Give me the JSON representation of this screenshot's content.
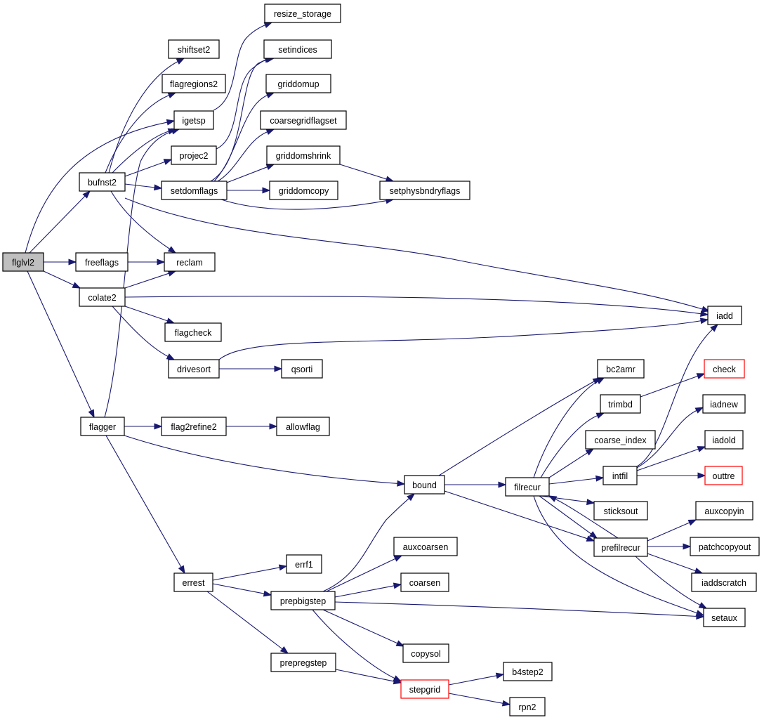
{
  "colors": {
    "edge": "#191970",
    "root_fill": "#bfbfbf",
    "node_border": "#000000",
    "truncated_border": "#ff0000",
    "background": "#ffffff"
  },
  "nodes": {
    "flglvl2": "flglvl2",
    "bufnst2": "bufnst2",
    "freeflags": "freeflags",
    "colate2": "colate2",
    "flagger": "flagger",
    "shiftset2": "shiftset2",
    "flagregions2": "flagregions2",
    "igetsp": "igetsp",
    "projec2": "projec2",
    "setdomflags": "setdomflags",
    "reclam": "reclam",
    "resize_storage": "resize_storage",
    "setindices": "setindices",
    "griddomup": "griddomup",
    "coarsegridflagset": "coarsegridflagset",
    "griddomshrink": "griddomshrink",
    "griddomcopy": "griddomcopy",
    "setphysbndryflags": "setphysbndryflags",
    "iadd": "iadd",
    "flagcheck": "flagcheck",
    "drivesort": "drivesort",
    "qsorti": "qsorti",
    "flag2refine2": "flag2refine2",
    "allowflag": "allowflag",
    "bound": "bound",
    "errest": "errest",
    "errf1": "errf1",
    "prepbigstep": "prepbigstep",
    "prepregstep": "prepregstep",
    "auxcoarsen": "auxcoarsen",
    "coarsen": "coarsen",
    "copysol": "copysol",
    "stepgrid": "stepgrid",
    "b4step2": "b4step2",
    "rpn2": "rpn2",
    "filrecur": "filrecur",
    "prefilrecur": "prefilrecur",
    "bc2amr": "bc2amr",
    "trimbd": "trimbd",
    "coarse_index": "coarse_index",
    "intfil": "intfil",
    "sticksout": "sticksout",
    "check": "check",
    "iadnew": "iadnew",
    "iadold": "iadold",
    "outtre": "outtre",
    "auxcopyin": "auxcopyin",
    "patchcopyout": "patchcopyout",
    "iaddscratch": "iaddscratch",
    "setaux": "setaux"
  },
  "truncated_nodes": [
    "check",
    "outtre",
    "stepgrid"
  ],
  "root": "flglvl2",
  "edges": [
    [
      "flglvl2",
      "bufnst2"
    ],
    [
      "flglvl2",
      "freeflags"
    ],
    [
      "flglvl2",
      "colate2"
    ],
    [
      "flglvl2",
      "flagger"
    ],
    [
      "flglvl2",
      "igetsp"
    ],
    [
      "bufnst2",
      "shiftset2"
    ],
    [
      "bufnst2",
      "flagregions2"
    ],
    [
      "bufnst2",
      "igetsp"
    ],
    [
      "bufnst2",
      "projec2"
    ],
    [
      "bufnst2",
      "setdomflags"
    ],
    [
      "bufnst2",
      "reclam"
    ],
    [
      "bufnst2",
      "iadd"
    ],
    [
      "freeflags",
      "reclam"
    ],
    [
      "colate2",
      "reclam"
    ],
    [
      "colate2",
      "iadd"
    ],
    [
      "colate2",
      "flagcheck"
    ],
    [
      "colate2",
      "drivesort"
    ],
    [
      "flagger",
      "igetsp"
    ],
    [
      "flagger",
      "flag2refine2"
    ],
    [
      "flagger",
      "bound"
    ],
    [
      "flagger",
      "errest"
    ],
    [
      "igetsp",
      "resize_storage"
    ],
    [
      "projec2",
      "setindices"
    ],
    [
      "setdomflags",
      "setindices"
    ],
    [
      "setdomflags",
      "griddomup"
    ],
    [
      "setdomflags",
      "coarsegridflagset"
    ],
    [
      "setdomflags",
      "griddomshrink"
    ],
    [
      "setdomflags",
      "griddomcopy"
    ],
    [
      "setdomflags",
      "setphysbndryflags"
    ],
    [
      "griddomshrink",
      "setphysbndryflags"
    ],
    [
      "drivesort",
      "qsorti"
    ],
    [
      "drivesort",
      "iadd"
    ],
    [
      "flag2refine2",
      "allowflag"
    ],
    [
      "errest",
      "errf1"
    ],
    [
      "errest",
      "prepbigstep"
    ],
    [
      "errest",
      "prepregstep"
    ],
    [
      "prepbigstep",
      "bound"
    ],
    [
      "prepbigstep",
      "auxcoarsen"
    ],
    [
      "prepbigstep",
      "coarsen"
    ],
    [
      "prepbigstep",
      "copysol"
    ],
    [
      "prepbigstep",
      "stepgrid"
    ],
    [
      "prepbigstep",
      "setaux"
    ],
    [
      "prepregstep",
      "stepgrid"
    ],
    [
      "stepgrid",
      "b4step2"
    ],
    [
      "stepgrid",
      "rpn2"
    ],
    [
      "bound",
      "bc2amr"
    ],
    [
      "bound",
      "filrecur"
    ],
    [
      "bound",
      "prefilrecur"
    ],
    [
      "filrecur",
      "bc2amr"
    ],
    [
      "filrecur",
      "trimbd"
    ],
    [
      "filrecur",
      "coarse_index"
    ],
    [
      "filrecur",
      "intfil"
    ],
    [
      "filrecur",
      "sticksout"
    ],
    [
      "filrecur",
      "prefilrecur"
    ],
    [
      "filrecur",
      "setaux"
    ],
    [
      "trimbd",
      "check"
    ],
    [
      "intfil",
      "iadd"
    ],
    [
      "intfil",
      "iadnew"
    ],
    [
      "intfil",
      "iadold"
    ],
    [
      "intfil",
      "outtre"
    ],
    [
      "prefilrecur",
      "filrecur"
    ],
    [
      "prefilrecur",
      "auxcopyin"
    ],
    [
      "prefilrecur",
      "patchcopyout"
    ],
    [
      "prefilrecur",
      "iaddscratch"
    ],
    [
      "prefilrecur",
      "setaux"
    ]
  ]
}
